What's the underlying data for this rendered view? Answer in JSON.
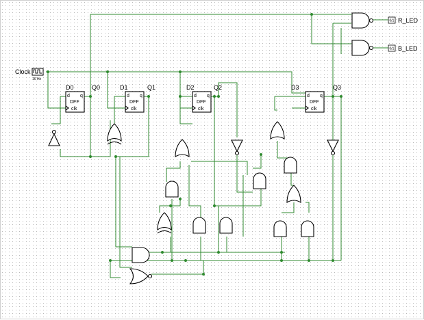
{
  "clock": {
    "label": "Clock",
    "freq": "16 Hz"
  },
  "flipflops": [
    {
      "name": "D0",
      "q_name": "Q0",
      "type": "DFF",
      "d": "d",
      "q": "q",
      "clk": "clk"
    },
    {
      "name": "D1",
      "q_name": "Q1",
      "type": "DFF",
      "d": "d",
      "q": "q",
      "clk": "clk"
    },
    {
      "name": "D2",
      "q_name": "Q2",
      "type": "DFF",
      "d": "d",
      "q": "q",
      "clk": "clk"
    },
    {
      "name": "D3",
      "q_name": "Q3",
      "type": "DFF",
      "d": "d",
      "q": "q",
      "clk": "clk"
    }
  ],
  "outputs": [
    {
      "label": "R_LED",
      "pin": "0/1"
    },
    {
      "label": "B_LED",
      "pin": "0/1"
    }
  ],
  "colors": {
    "wire": "#2f8a2f",
    "gate": "#000000",
    "grid": "#b9b9b9"
  }
}
